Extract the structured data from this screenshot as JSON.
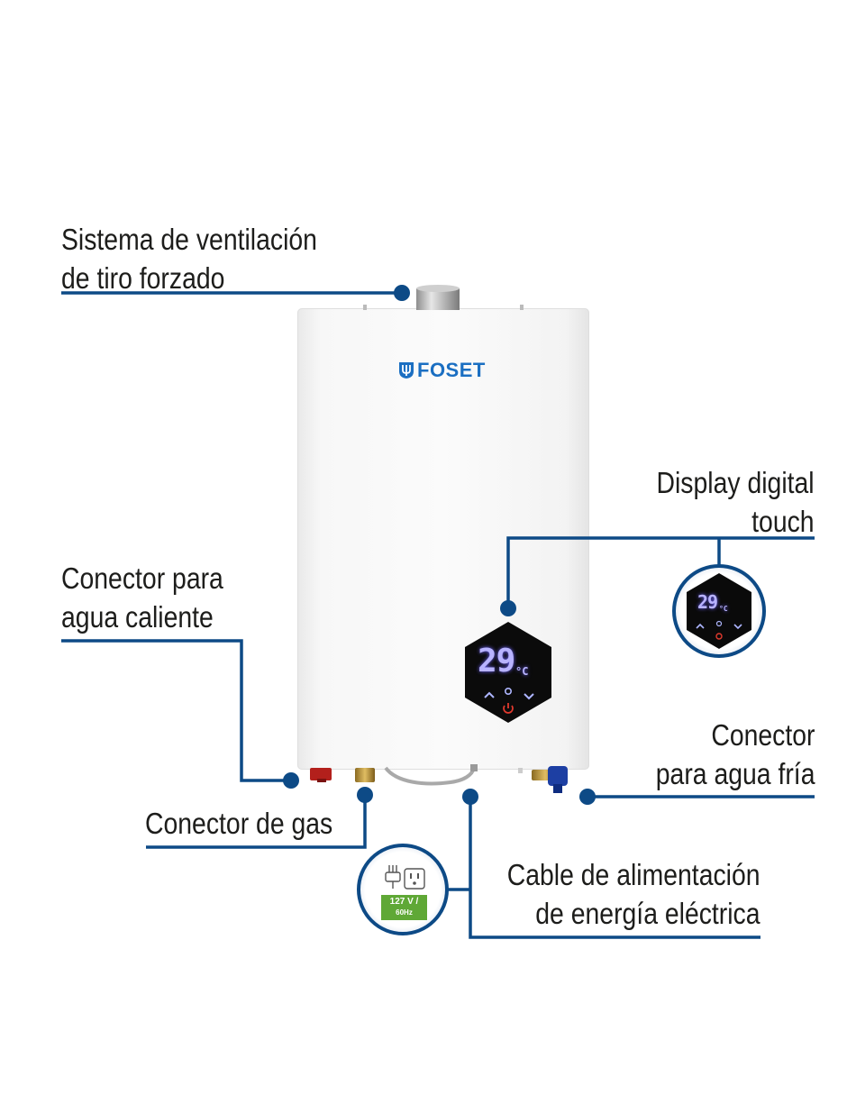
{
  "brand": {
    "name": "FOSET",
    "color": "#1b6fc2"
  },
  "callouts": {
    "ventilation": [
      "Sistema de ventilación",
      "de tiro forzado"
    ],
    "display": [
      "Display digital",
      "touch"
    ],
    "hot_water": [
      "Conector para",
      "agua caliente"
    ],
    "cold_water": [
      "Conector",
      "para agua fría"
    ],
    "gas": [
      "Conector de gas"
    ],
    "power": [
      "Cable de alimentación",
      "de energía eléctrica"
    ]
  },
  "display_panel": {
    "temperature": "29",
    "unit": "°C",
    "up_icon": "chevron-up-icon",
    "down_icon": "chevron-down-icon",
    "mode_icon": "gear-icon",
    "power_icon": "power-icon"
  },
  "power_badge": {
    "voltage": "127 V /",
    "frequency": "60Hz",
    "color": "#5fa836"
  },
  "colors": {
    "callout_line": "#0d4a86",
    "text": "#1d1d1b"
  }
}
